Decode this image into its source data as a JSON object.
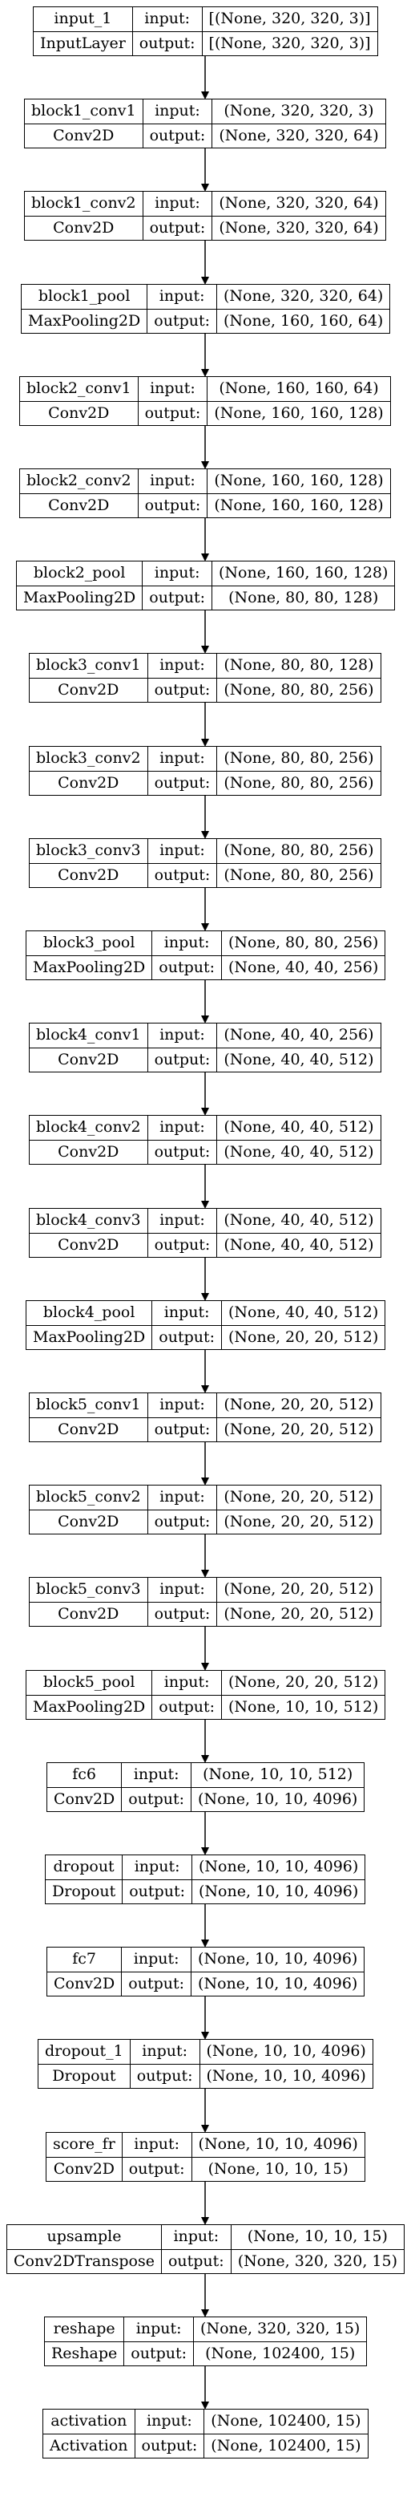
{
  "labels": {
    "input": "input:",
    "output": "output:"
  },
  "layers": [
    {
      "name": "input_1",
      "type": "InputLayer",
      "input": "[(None, 320, 320, 3)]",
      "output": "[(None, 320, 320, 3)]"
    },
    {
      "name": "block1_conv1",
      "type": "Conv2D",
      "input": "(None, 320, 320, 3)",
      "output": "(None, 320, 320, 64)"
    },
    {
      "name": "block1_conv2",
      "type": "Conv2D",
      "input": "(None, 320, 320, 64)",
      "output": "(None, 320, 320, 64)"
    },
    {
      "name": "block1_pool",
      "type": "MaxPooling2D",
      "input": "(None, 320, 320, 64)",
      "output": "(None, 160, 160, 64)"
    },
    {
      "name": "block2_conv1",
      "type": "Conv2D",
      "input": "(None, 160, 160, 64)",
      "output": "(None, 160, 160, 128)"
    },
    {
      "name": "block2_conv2",
      "type": "Conv2D",
      "input": "(None, 160, 160, 128)",
      "output": "(None, 160, 160, 128)"
    },
    {
      "name": "block2_pool",
      "type": "MaxPooling2D",
      "input": "(None, 160, 160, 128)",
      "output": "(None, 80, 80, 128)"
    },
    {
      "name": "block3_conv1",
      "type": "Conv2D",
      "input": "(None, 80, 80, 128)",
      "output": "(None, 80, 80, 256)"
    },
    {
      "name": "block3_conv2",
      "type": "Conv2D",
      "input": "(None, 80, 80, 256)",
      "output": "(None, 80, 80, 256)"
    },
    {
      "name": "block3_conv3",
      "type": "Conv2D",
      "input": "(None, 80, 80, 256)",
      "output": "(None, 80, 80, 256)"
    },
    {
      "name": "block3_pool",
      "type": "MaxPooling2D",
      "input": "(None, 80, 80, 256)",
      "output": "(None, 40, 40, 256)"
    },
    {
      "name": "block4_conv1",
      "type": "Conv2D",
      "input": "(None, 40, 40, 256)",
      "output": "(None, 40, 40, 512)"
    },
    {
      "name": "block4_conv2",
      "type": "Conv2D",
      "input": "(None, 40, 40, 512)",
      "output": "(None, 40, 40, 512)"
    },
    {
      "name": "block4_conv3",
      "type": "Conv2D",
      "input": "(None, 40, 40, 512)",
      "output": "(None, 40, 40, 512)"
    },
    {
      "name": "block4_pool",
      "type": "MaxPooling2D",
      "input": "(None, 40, 40, 512)",
      "output": "(None, 20, 20, 512)"
    },
    {
      "name": "block5_conv1",
      "type": "Conv2D",
      "input": "(None, 20, 20, 512)",
      "output": "(None, 20, 20, 512)"
    },
    {
      "name": "block5_conv2",
      "type": "Conv2D",
      "input": "(None, 20, 20, 512)",
      "output": "(None, 20, 20, 512)"
    },
    {
      "name": "block5_conv3",
      "type": "Conv2D",
      "input": "(None, 20, 20, 512)",
      "output": "(None, 20, 20, 512)"
    },
    {
      "name": "block5_pool",
      "type": "MaxPooling2D",
      "input": "(None, 20, 20, 512)",
      "output": "(None, 10, 10, 512)"
    },
    {
      "name": "fc6",
      "type": "Conv2D",
      "input": "(None, 10, 10, 512)",
      "output": "(None, 10, 10, 4096)"
    },
    {
      "name": "dropout",
      "type": "Dropout",
      "input": "(None, 10, 10, 4096)",
      "output": "(None, 10, 10, 4096)"
    },
    {
      "name": "fc7",
      "type": "Conv2D",
      "input": "(None, 10, 10, 4096)",
      "output": "(None, 10, 10, 4096)"
    },
    {
      "name": "dropout_1",
      "type": "Dropout",
      "input": "(None, 10, 10, 4096)",
      "output": "(None, 10, 10, 4096)"
    },
    {
      "name": "score_fr",
      "type": "Conv2D",
      "input": "(None, 10, 10, 4096)",
      "output": "(None, 10, 10, 15)"
    },
    {
      "name": "upsample",
      "type": "Conv2DTranspose",
      "input": "(None, 10, 10, 15)",
      "output": "(None, 320, 320, 15)"
    },
    {
      "name": "reshape",
      "type": "Reshape",
      "input": "(None, 320, 320, 15)",
      "output": "(None, 102400, 15)"
    },
    {
      "name": "activation",
      "type": "Activation",
      "input": "(None, 102400, 15)",
      "output": "(None, 102400, 15)"
    }
  ]
}
